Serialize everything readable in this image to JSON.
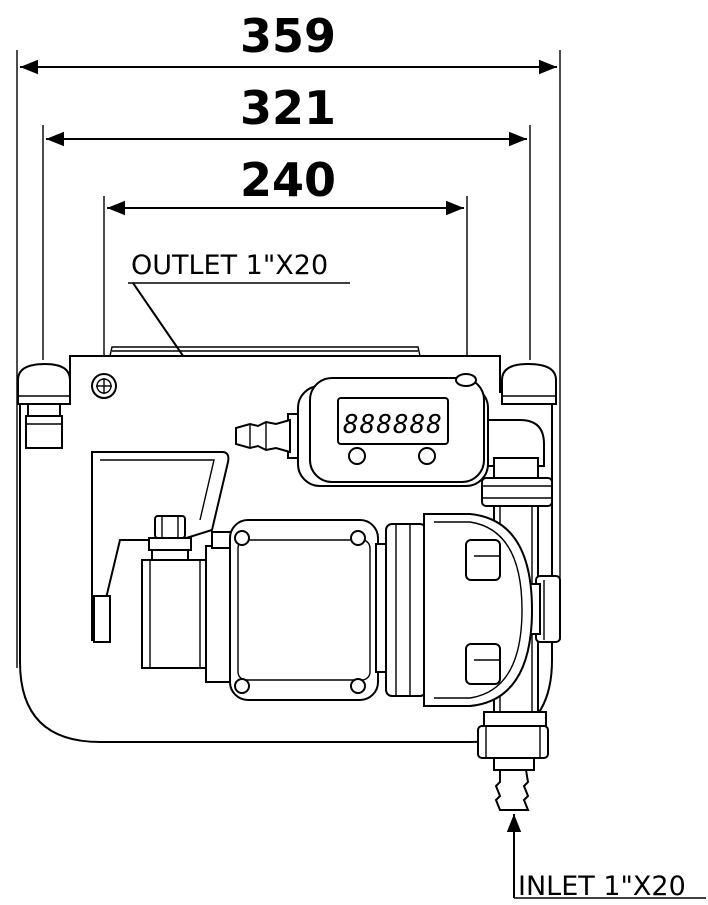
{
  "dimensions": {
    "overall_width": "359",
    "mount_width": "321",
    "hole_spacing": "240"
  },
  "labels": {
    "outlet": "OUTLET 1\"X20",
    "inlet": "INLET 1\"X20"
  },
  "meter_display": {
    "digits": "888888"
  },
  "colors": {
    "line": "#000000",
    "background": "#ffffff"
  }
}
